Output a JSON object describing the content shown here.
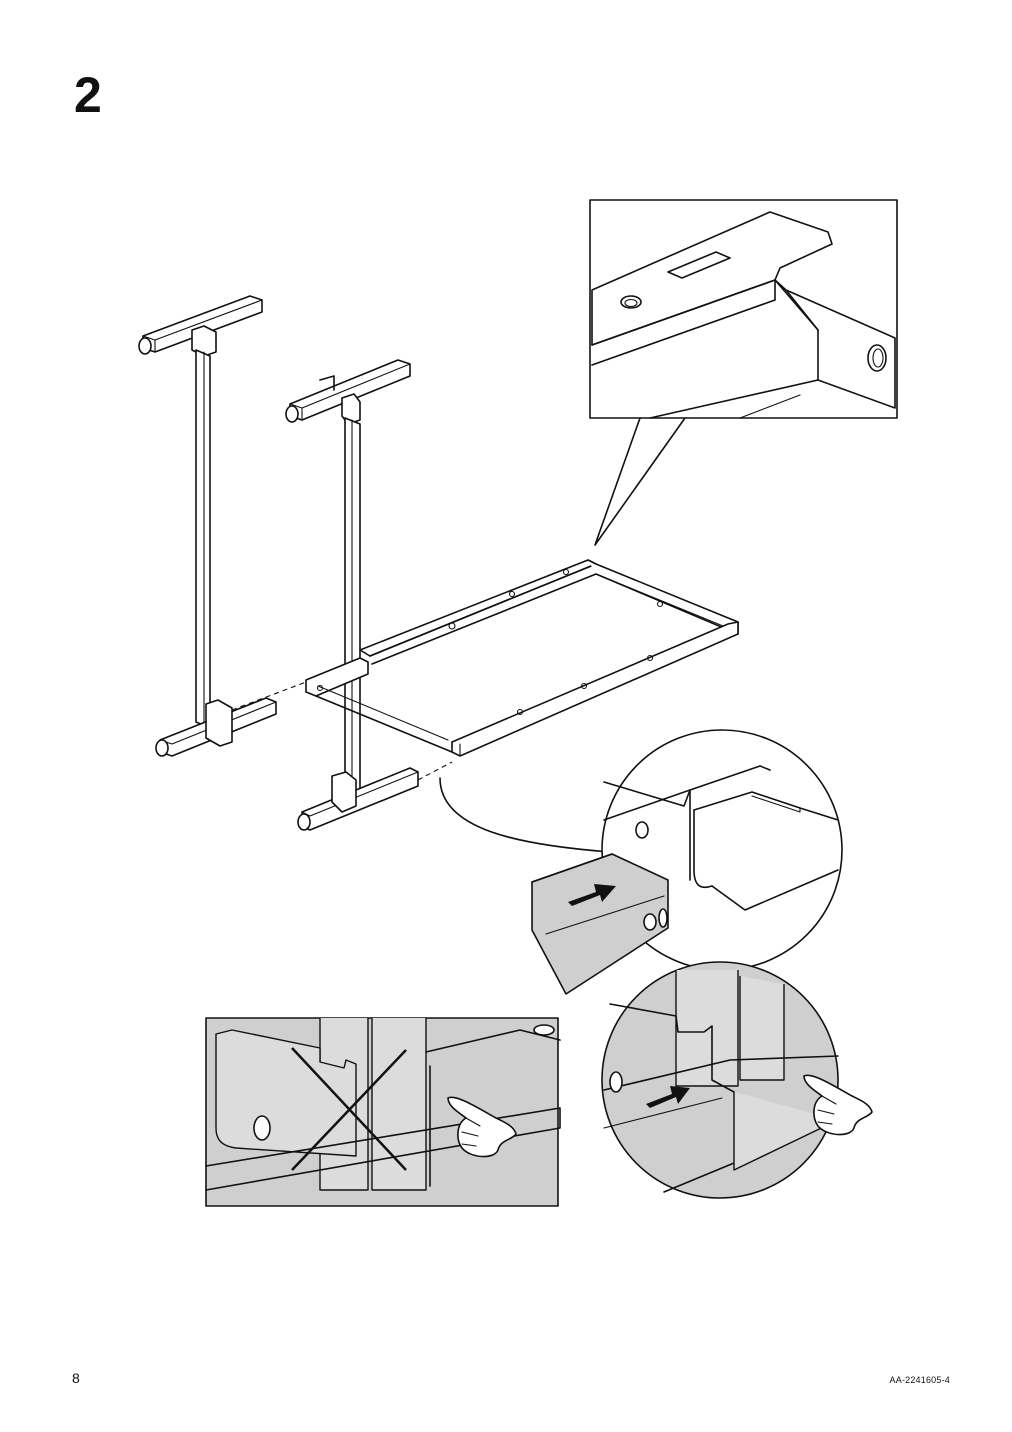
{
  "step": {
    "number": "2"
  },
  "footer": {
    "page_number": "8",
    "document_code": "AA-2241605-4"
  },
  "icons": [
    "arrow-right-icon",
    "pointing-hand-icon",
    "cross-mark-icon"
  ],
  "colors": {
    "ink": "#111111",
    "shade": "#cfcfcf",
    "paper": "#ffffff"
  }
}
